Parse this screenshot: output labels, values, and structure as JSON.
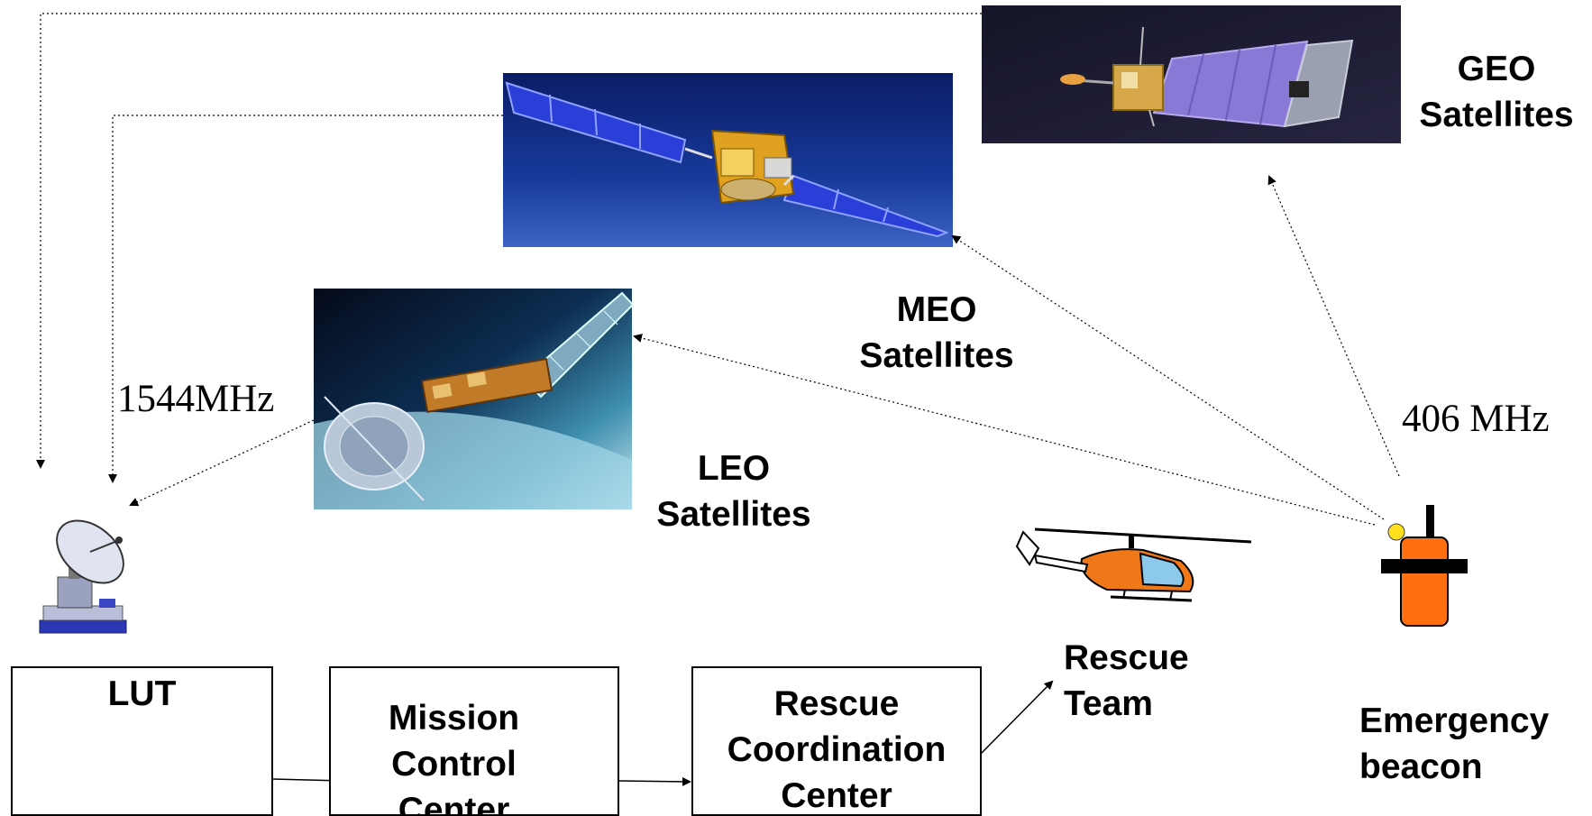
{
  "satellites": {
    "geo": {
      "line1": "GEO",
      "line2": "Satellites"
    },
    "meo": {
      "line1": "MEO",
      "line2": "Satellites"
    },
    "leo": {
      "line1": "LEO",
      "line2": "Satellites"
    }
  },
  "frequencies": {
    "downlink": "1544MHz",
    "uplink": "406 MHz"
  },
  "boxes": {
    "lut": "LUT",
    "mcc": {
      "line1": "Mission",
      "line2": "Control",
      "line3": "Center"
    },
    "rcc": {
      "line1": "Rescue",
      "line2": "Coordination",
      "line3": "Center"
    }
  },
  "rescue_team": {
    "line1": "Rescue",
    "line2": "Team"
  },
  "emergency_beacon": {
    "line1": "Emergency",
    "line2": "beacon"
  }
}
